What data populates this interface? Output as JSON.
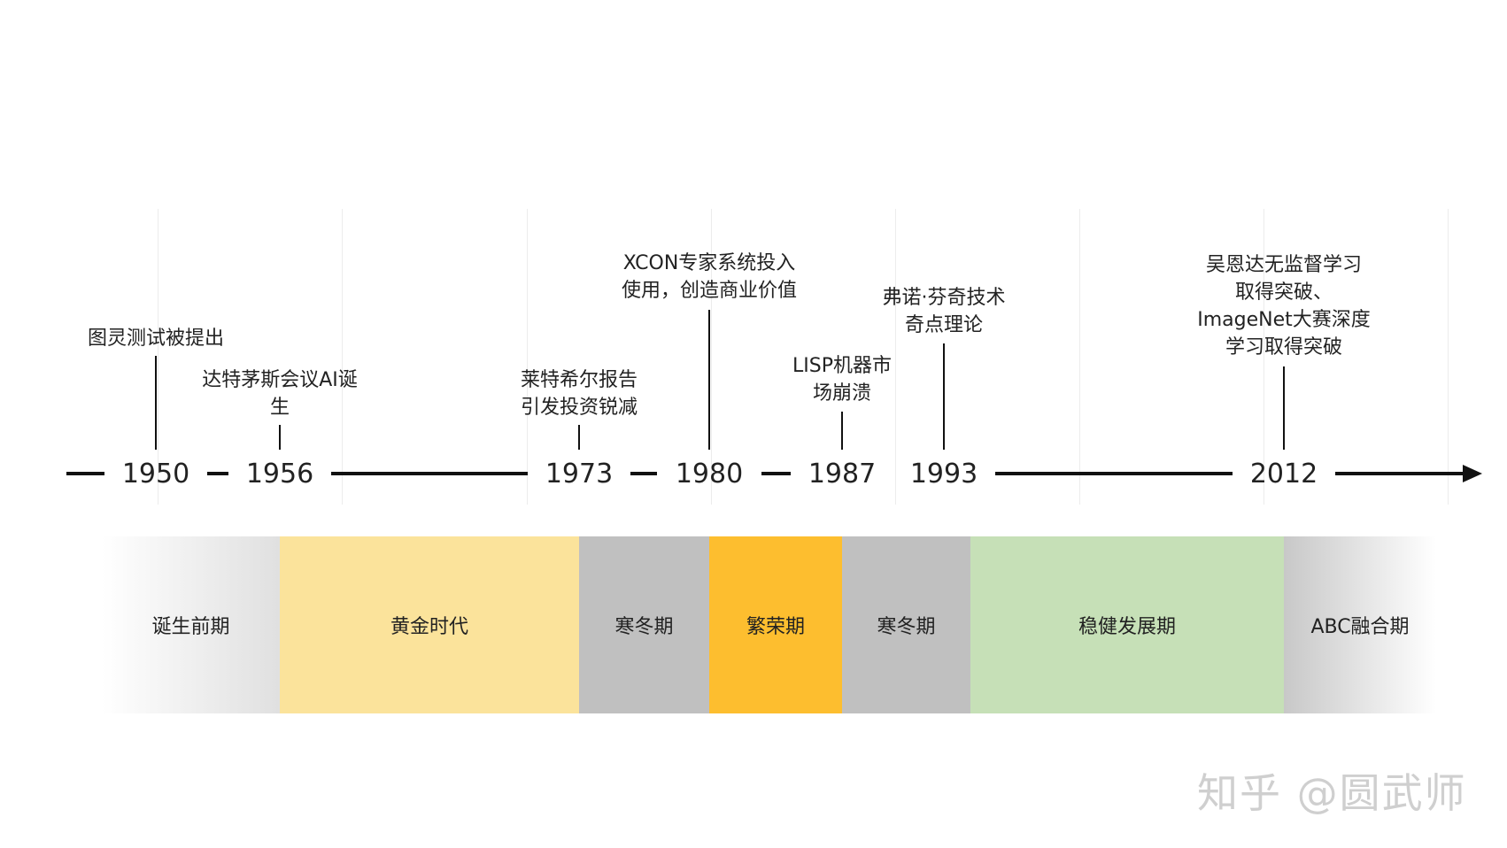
{
  "timeline": {
    "years": [
      "1950",
      "1956",
      "1973",
      "1980",
      "1987",
      "1993",
      "2012"
    ],
    "events": [
      {
        "year": "1950",
        "lines": [
          "图灵测试被提出"
        ]
      },
      {
        "year": "1956",
        "lines": [
          "达特茅斯会议AI诞",
          "生"
        ]
      },
      {
        "year": "1973",
        "lines": [
          "莱特希尔报告",
          "引发投资锐减"
        ]
      },
      {
        "year": "1980",
        "lines": [
          "XCON专家系统投入",
          "使用，创造商业价值"
        ]
      },
      {
        "year": "1987",
        "lines": [
          "LISP机器市",
          "场崩溃"
        ]
      },
      {
        "year": "1993",
        "lines": [
          "弗诺·芬奇技术",
          "奇点理论"
        ]
      },
      {
        "year": "2012",
        "lines": [
          "吴恩达无监督学习",
          "取得突破、",
          "ImageNet大赛深度",
          "学习取得突破"
        ]
      }
    ]
  },
  "periods": [
    {
      "label": "诞生前期",
      "color": "#e0e0e0"
    },
    {
      "label": "黄金时代",
      "color": "#fbe39b"
    },
    {
      "label": "寒冬期",
      "color": "#c0c0c0"
    },
    {
      "label": "繁荣期",
      "color": "#fdbe2f"
    },
    {
      "label": "寒冬期",
      "color": "#c0c0c0"
    },
    {
      "label": "稳健发展期",
      "color": "#c6e0b7"
    },
    {
      "label": "ABC融合期",
      "color": "#c8c8c8"
    }
  ],
  "watermark": {
    "text": "知乎 @圆武师"
  },
  "icons": {
    "axis_arrow": "arrow-right-icon"
  }
}
